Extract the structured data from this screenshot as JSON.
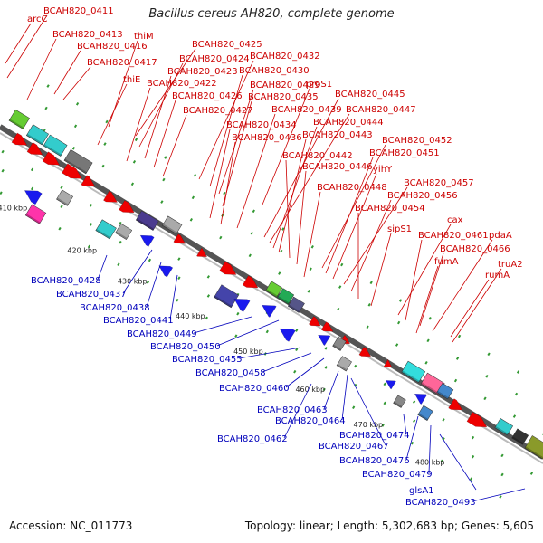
{
  "header": {
    "title": "Bacillus cereus AH820, complete genome"
  },
  "footer": {
    "accession": "Accession: NC_011773",
    "summary": "Topology: linear; Length: 5,302,683 bp; Genes: 5,605"
  },
  "colors": {
    "forward_label": "#cc0000",
    "reverse_label": "#0000bb",
    "forward_arrow": "#ee0000",
    "reverse_arrow": "#1a1aee",
    "backbone": "#555555",
    "tick": "#339933"
  },
  "scale": {
    "ticks": [
      {
        "label": "410 kbp"
      },
      {
        "label": "420 kbp"
      },
      {
        "label": "430 kbp"
      },
      {
        "label": "440 kbp"
      },
      {
        "label": "450 kbp"
      },
      {
        "label": "460 kbp"
      },
      {
        "label": "470 kbp"
      },
      {
        "label": "480 kbp"
      }
    ]
  },
  "forward_genes": [
    {
      "label": "BCAH820_0411"
    },
    {
      "label": "arcC"
    },
    {
      "label": "BCAH820_0413"
    },
    {
      "label": "BCAH820_0416"
    },
    {
      "label": "BCAH820_0417"
    },
    {
      "label": "thiM"
    },
    {
      "label": "thiE"
    },
    {
      "label": "BCAH820_0425"
    },
    {
      "label": "BCAH820_0424"
    },
    {
      "label": "BCAH820_0423"
    },
    {
      "label": "BCAH820_0422"
    },
    {
      "label": "BCAH820_0426"
    },
    {
      "label": "BCAH820_0427"
    },
    {
      "label": "BCAH820_0432"
    },
    {
      "label": "BCAH820_0430"
    },
    {
      "label": "BCAH820_0429"
    },
    {
      "label": "proS1"
    },
    {
      "label": "BCAH820_0435"
    },
    {
      "label": "BCAH820_0434"
    },
    {
      "label": "BCAH820_0436"
    },
    {
      "label": "BCAH820_0439"
    },
    {
      "label": "BCAH820_0445"
    },
    {
      "label": "BCAH820_0447"
    },
    {
      "label": "BCAH820_0444"
    },
    {
      "label": "BCAH820_0443"
    },
    {
      "label": "BCAH820_0442"
    },
    {
      "label": "BCAH820_0446"
    },
    {
      "label": "BCAH820_0452"
    },
    {
      "label": "BCAH820_0451"
    },
    {
      "label": "yihY"
    },
    {
      "label": "BCAH820_0448"
    },
    {
      "label": "BCAH820_0457"
    },
    {
      "label": "BCAH820_0456"
    },
    {
      "label": "BCAH820_0454"
    },
    {
      "label": "sipS1"
    },
    {
      "label": "cax"
    },
    {
      "label": "BCAH820_0461"
    },
    {
      "label": "pdaA"
    },
    {
      "label": "BCAH820_0466"
    },
    {
      "label": "fumA"
    },
    {
      "label": "truA2"
    },
    {
      "label": "rumA"
    }
  ],
  "reverse_genes": [
    {
      "label": "BCAH820_0428"
    },
    {
      "label": "BCAH820_0437"
    },
    {
      "label": "BCAH820_0438"
    },
    {
      "label": "BCAH820_0441"
    },
    {
      "label": "BCAH820_0449"
    },
    {
      "label": "BCAH820_0450"
    },
    {
      "label": "BCAH820_0455"
    },
    {
      "label": "BCAH820_0458"
    },
    {
      "label": "BCAH820_0460"
    },
    {
      "label": "BCAH820_0463"
    },
    {
      "label": "BCAH820_0464"
    },
    {
      "label": "BCAH820_0462"
    },
    {
      "label": "BCAH820_0467"
    },
    {
      "label": "BCAH820_0474"
    },
    {
      "label": "BCAH820_0476"
    },
    {
      "label": "BCAH820_0479"
    },
    {
      "label": "glsA1"
    },
    {
      "label": "BCAH820_0493"
    }
  ]
}
